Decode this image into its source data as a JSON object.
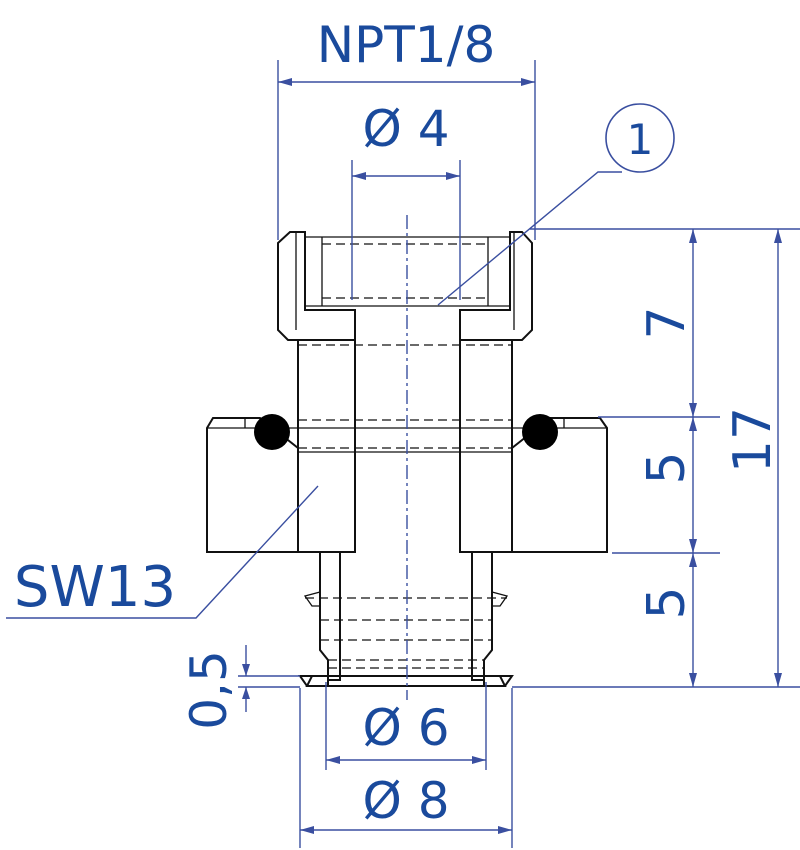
{
  "diagram": {
    "labels": {
      "thread": "NPT1/8",
      "bore": "Ø 4",
      "item_number": "1",
      "wrench_size": "SW13",
      "height_upper": "7",
      "height_middle": "5",
      "height_lower": "5",
      "height_total": "17",
      "lip_thickness": "0,5",
      "diameter_6": "Ø 6",
      "diameter_8": "Ø 8"
    },
    "colors": {
      "dimension": "#3a4fa0",
      "text": "#1a4a9c",
      "outline": "#111111",
      "oring": "#000000"
    }
  }
}
